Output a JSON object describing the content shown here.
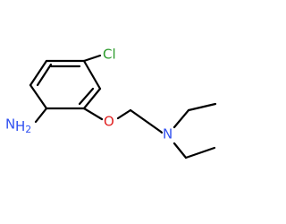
{
  "molecule": {
    "atoms": {
      "chlorine": {
        "text": "Cl",
        "color": "#2a9a2a"
      },
      "oxygen": {
        "text": "O",
        "color": "#e02020"
      },
      "amine_n": {
        "text": "N",
        "color": "#3050f0"
      },
      "amine_h2": {
        "text": "H2",
        "color": "#3050f0"
      },
      "tertiary_n": {
        "text": "N",
        "color": "#3050f0"
      }
    },
    "bond_color": "#000000"
  }
}
